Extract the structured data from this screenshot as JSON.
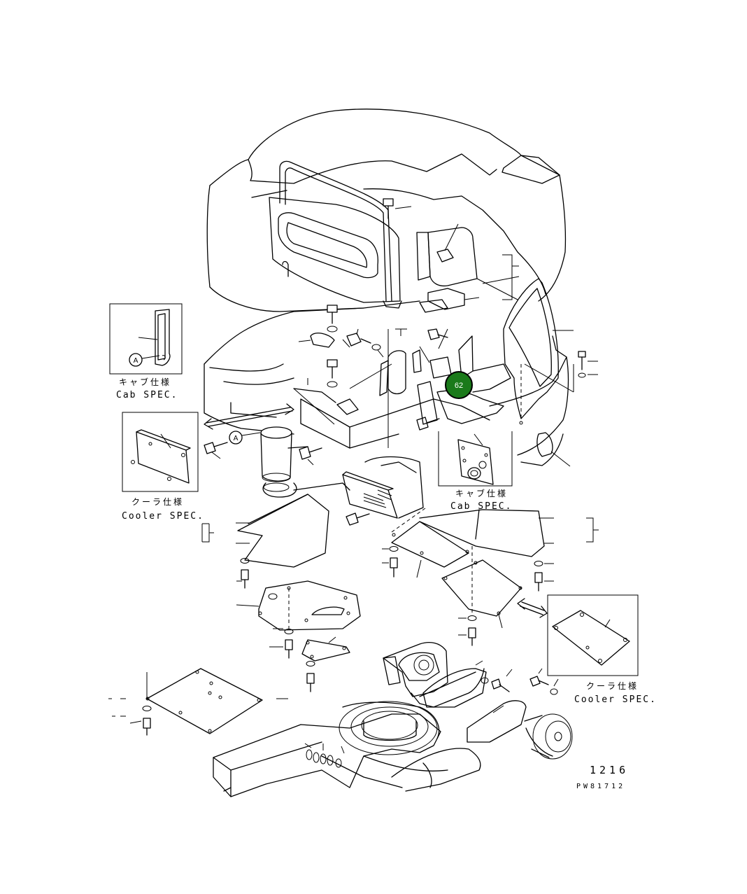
{
  "drawing": {
    "figure_number": "1216",
    "drawing_code": "PW81712"
  },
  "insets": {
    "cab_spec_top_left": {
      "label_jp": "キャブ仕様",
      "label_en": "Cab SPEC."
    },
    "cooler_spec_left": {
      "label_jp": "クーラ仕様",
      "label_en": "Cooler SPEC."
    },
    "cab_spec_center": {
      "label_jp": "キャブ仕様",
      "label_en": "Cab SPEC."
    },
    "cooler_spec_right": {
      "label_jp": "クーラ仕様",
      "label_en": "Cooler SPEC."
    }
  },
  "callouts": {
    "ref_a": "A",
    "hotspot": {
      "label": "62",
      "color": "#1a7a1a"
    }
  }
}
